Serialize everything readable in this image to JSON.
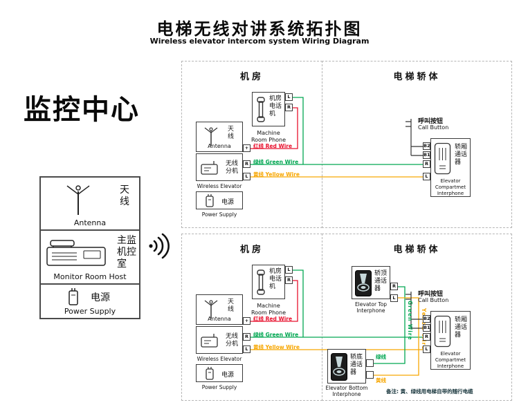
{
  "title": {
    "zh": "电梯无线对讲系统拓扑图",
    "en": "Wireless elevator intercom system Wiring Diagram"
  },
  "monitor_center": {
    "heading": "监控中心",
    "antenna_zh": "天线",
    "antenna_en": "Antenna",
    "host_zh": "主监机控室",
    "host_en": "Monitor Room Host",
    "power_zh": "电源",
    "power_en": "Power Supply"
  },
  "sections": {
    "machine_room": "机房",
    "elevator_car": "电梯轿体"
  },
  "devices": {
    "phone_zh": "机房电话机",
    "phone_en": "Machine Room Phone",
    "antenna_zh": "天线",
    "antenna_en": "Antenna",
    "extension_zh": "无线分机",
    "extension_en": "Wireless Elevator",
    "power_zh": "电源",
    "power_en": "Power Supply",
    "call_button_zh": "呼叫按钮",
    "call_button_en": "Call Button",
    "compartment_zh": "轿厢通话器",
    "compartment_en": "Elevator Compartmet Interphone",
    "top_interphone_zh": "轿顶通话器",
    "top_interphone_en": "Elevator Top Interphone",
    "bottom_interphone_zh": "轿底通话器",
    "bottom_interphone_en": "Elevator Bottom Interphone"
  },
  "terminals": {
    "phone_l": "L",
    "phone_r": "R",
    "ext_plus": "+",
    "ext_r": "R",
    "ext_l": "L",
    "b2": "B2",
    "b1": "B1",
    "r": "R",
    "l": "L",
    "green_cn": "绿线",
    "yellow_cn": "黄线"
  },
  "wires": {
    "red_label": "红线 Red Wire",
    "green_label": "绿线 Green Wire",
    "yellow_label": "黄线 Yellow Wire",
    "green_en": "Green Wire",
    "yellow_en": "Yellow Wire"
  },
  "colors": {
    "red": "#e8112d",
    "green": "#00a651",
    "yellow": "#f7a600",
    "line_dark": "#333333"
  },
  "note": "备注: 黄、绿线用电梯自带的随行电缆"
}
